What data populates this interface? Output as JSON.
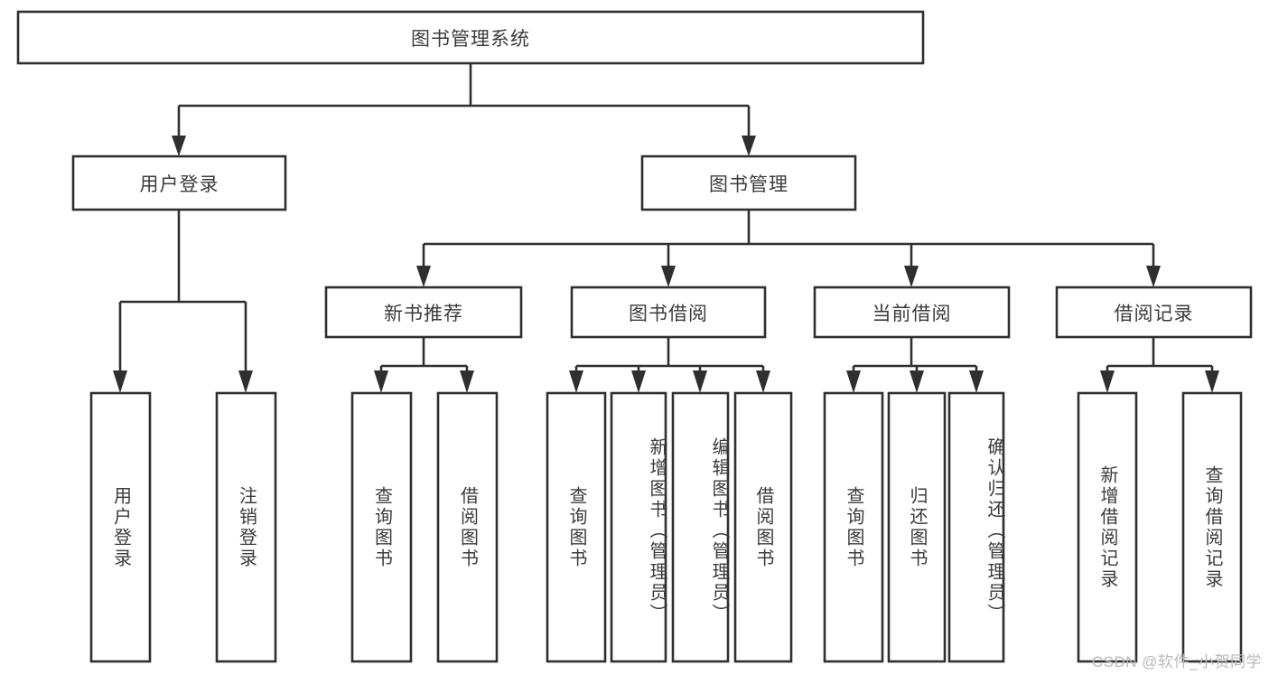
{
  "diagram": {
    "type": "tree-hierarchy",
    "title": "图书管理系统",
    "root": {
      "id": "root",
      "label": "图书管理系统",
      "level": 1
    },
    "level2": [
      {
        "id": "user-login",
        "label": "用户登录"
      },
      {
        "id": "book-management",
        "label": "图书管理"
      }
    ],
    "level3": [
      {
        "id": "new-book-recommend",
        "label": "新书推荐",
        "parent": "book-management"
      },
      {
        "id": "book-borrow",
        "label": "图书借阅",
        "parent": "book-management"
      },
      {
        "id": "current-borrow",
        "label": "当前借阅",
        "parent": "book-management"
      },
      {
        "id": "borrow-record",
        "label": "借阅记录",
        "parent": "book-management"
      }
    ],
    "leaves": [
      {
        "id": "leaf-user-login",
        "label": "用户登录",
        "parent": "user-login"
      },
      {
        "id": "leaf-logout",
        "label": "注销登录",
        "parent": "user-login"
      },
      {
        "id": "leaf-query-book-1",
        "label": "查询图书",
        "parent": "new-book-recommend"
      },
      {
        "id": "leaf-borrow-book-1",
        "label": "借阅图书",
        "parent": "new-book-recommend"
      },
      {
        "id": "leaf-query-book-2",
        "label": "查询图书",
        "parent": "book-borrow"
      },
      {
        "id": "leaf-add-book",
        "label": "新增图书（管理员）",
        "parent": "book-borrow"
      },
      {
        "id": "leaf-edit-book",
        "label": "编辑图书（管理员）",
        "parent": "book-borrow"
      },
      {
        "id": "leaf-borrow-book-2",
        "label": "借阅图书",
        "parent": "book-borrow"
      },
      {
        "id": "leaf-query-book-3",
        "label": "查询图书",
        "parent": "current-borrow"
      },
      {
        "id": "leaf-return-book",
        "label": "归还图书",
        "parent": "current-borrow"
      },
      {
        "id": "leaf-confirm-return",
        "label": "确认归还（管理员）",
        "parent": "current-borrow"
      },
      {
        "id": "leaf-add-record",
        "label": "新增借阅记录",
        "parent": "borrow-record"
      },
      {
        "id": "leaf-query-record",
        "label": "查询借阅记录",
        "parent": "borrow-record"
      }
    ],
    "colors": {
      "stroke": "#2f2f2f",
      "fill": "#ffffff",
      "text": "#3b3b3b",
      "watermark": "#b9b9b9"
    }
  },
  "watermark": {
    "text": "CSDN @软件_小贺同学"
  }
}
